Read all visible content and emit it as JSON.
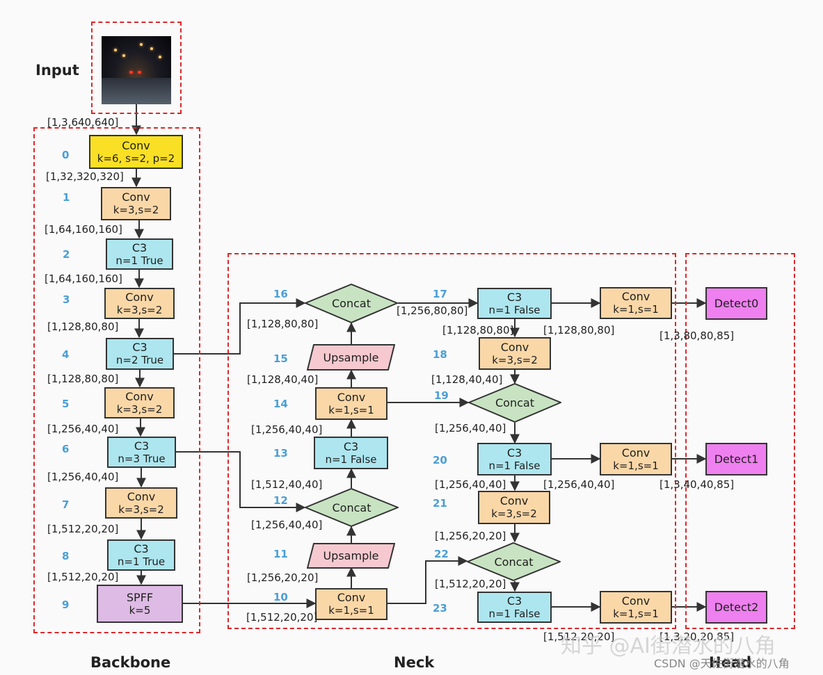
{
  "sections": {
    "input": "Input",
    "backbone": "Backbone",
    "neck": "Neck",
    "head": "Head"
  },
  "indices": [
    "0",
    "1",
    "2",
    "3",
    "4",
    "5",
    "6",
    "7",
    "8",
    "9",
    "10",
    "11",
    "12",
    "13",
    "14",
    "15",
    "16",
    "17",
    "18",
    "19",
    "20",
    "21",
    "22",
    "23"
  ],
  "nodes": {
    "n0": {
      "title": "Conv",
      "params": "k=6, s=2, p=2"
    },
    "n1": {
      "title": "Conv",
      "params": "k=3,s=2"
    },
    "n2": {
      "title": "C3",
      "params": "n=1 True"
    },
    "n3": {
      "title": "Conv",
      "params": "k=3,s=2"
    },
    "n4": {
      "title": "C3",
      "params": "n=2 True"
    },
    "n5": {
      "title": "Conv",
      "params": "k=3,s=2"
    },
    "n6": {
      "title": "C3",
      "params": "n=3 True"
    },
    "n7": {
      "title": "Conv",
      "params": "k=3,s=2"
    },
    "n8": {
      "title": "C3",
      "params": "n=1 True"
    },
    "n9": {
      "title": "SPFF",
      "params": "k=5"
    },
    "n10": {
      "title": "Conv",
      "params": "k=1,s=1"
    },
    "n11": {
      "title": "Upsample"
    },
    "n12": {
      "title": "Concat"
    },
    "n13": {
      "title": "C3",
      "params": "n=1 False"
    },
    "n14": {
      "title": "Conv",
      "params": "k=1,s=1"
    },
    "n15": {
      "title": "Upsample"
    },
    "n16": {
      "title": "Concat"
    },
    "n17": {
      "title": "C3",
      "params": "n=1 False"
    },
    "n18": {
      "title": "Conv",
      "params": "k=3,s=2"
    },
    "n19": {
      "title": "Concat"
    },
    "n20": {
      "title": "C3",
      "params": "n=1 False"
    },
    "n21": {
      "title": "Conv",
      "params": "k=3,s=2"
    },
    "n22": {
      "title": "Concat"
    },
    "n23": {
      "title": "C3",
      "params": "n=1 False"
    },
    "hc0": {
      "title": "Conv",
      "params": "k=1,s=1"
    },
    "hc1": {
      "title": "Conv",
      "params": "k=1,s=1"
    },
    "hc2": {
      "title": "Conv",
      "params": "k=1,s=1"
    },
    "d0": {
      "title": "Detect0"
    },
    "d1": {
      "title": "Detect1"
    },
    "d2": {
      "title": "Detect2"
    }
  },
  "dims": {
    "input": "[1,3,640,640]",
    "b0": "[1,32,320,320]",
    "b1": "[1,64,160,160]",
    "b2": "[1,64,160,160]",
    "b3": "[1,128,80,80]",
    "b4": "[1,128,80,80]",
    "b5": "[1,256,40,40]",
    "b6": "[1,256,40,40]",
    "b7": "[1,512,20,20]",
    "b8": "[1,512,20,20]",
    "n10": "[1,512,20,20]",
    "n11": "[1,256,20,20]",
    "n12a": "[1,256,40,40]",
    "n12b": "[1,512,40,40]",
    "n14": "[1,256,40,40]",
    "n15": "[1,128,40,40]",
    "n16": "[1,128,80,80]",
    "n17": "[1,256,80,80]",
    "n17b": "[1,128,80,80]",
    "h0": "[1,128,80,80]",
    "d0": "[1,3,80,80,85]",
    "n18": "[1,128,40,40]",
    "n19": "[1,256,40,40]",
    "n20": "[1,256,40,40]",
    "h1": "[1,256,40,40]",
    "d1": "[1,3,40,40,85]",
    "n21": "[1,256,20,20]",
    "n22": "[1,512,20,20]",
    "h2": "[1,512,20,20]",
    "d2": "[1,3,20,20,85]"
  },
  "watermark": {
    "zhihu": "知乎 @AI街潜水的八角",
    "csdn": "CSDN @天佐街潜水的八角"
  },
  "colors": {
    "region_border": "#d9282a",
    "index": "#4a9fd6",
    "conv": "#fad7a7",
    "conv0": "#fae024",
    "c3": "#ade6ef",
    "spff": "#ddbbe4",
    "concat": "#c8e3c2",
    "upsample": "#f6c9d0",
    "detect": "#ef80ef"
  }
}
